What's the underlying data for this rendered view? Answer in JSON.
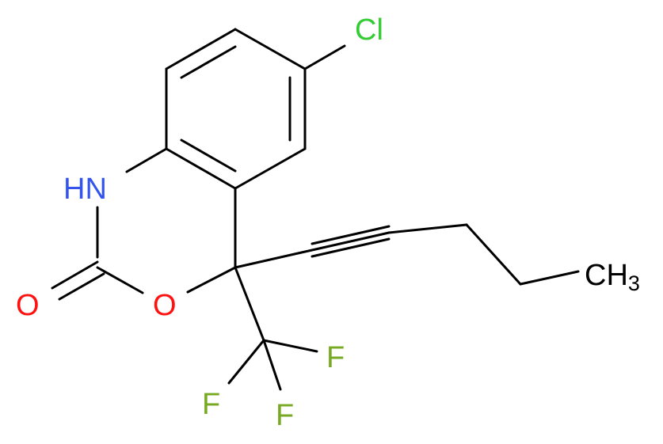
{
  "molecule": {
    "atoms": {
      "cl": {
        "text": "Cl",
        "color": "#33cc33"
      },
      "nh": {
        "text": "HN",
        "color": "#3355ee"
      },
      "o_carbonyl": {
        "text": "O",
        "color": "#ff1111"
      },
      "o_ring": {
        "text": "O",
        "color": "#ff1111"
      },
      "f1": {
        "text": "F",
        "color": "#77aa22"
      },
      "f2": {
        "text": "F",
        "color": "#77aa22"
      },
      "f3": {
        "text": "F",
        "color": "#77aa22"
      },
      "ch3": {
        "main": "CH",
        "sub": "3",
        "color": "#000000"
      }
    }
  }
}
